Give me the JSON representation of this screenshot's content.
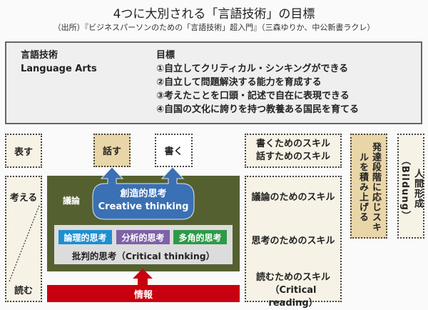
{
  "header": {
    "title": "4つに大別される「言語技術」の目標",
    "source": "（出所）『ビジネスパーソンのための「言語技術」超入門』（三森ゆりか、中公新書ラクレ）"
  },
  "goals": {
    "label_jp": "言語技術",
    "label_en": "Language Arts",
    "heading": "目標",
    "items": [
      "①自立してクリティカル・シンキングができる",
      "②自立して問題解決する能力を育成する",
      "③考えたことを口頭・記述で自在に表現できる",
      "④自国の文化に誇りを持つ教養ある国民を育てる"
    ]
  },
  "left": {
    "express": "表す",
    "think": "考える",
    "read": "読む"
  },
  "outputs": {
    "speak": "話す",
    "write": "書く"
  },
  "center": {
    "debate": "議論",
    "creative_jp": "創造的思考",
    "creative_en": "Creative thinking",
    "chips": [
      "論理的思考",
      "分析的思考",
      "多角的思考"
    ],
    "critical": "批判的思考（Critical thinking）",
    "info": "情報"
  },
  "skills": {
    "write": "書くためのスキル",
    "speak": "話すためのスキル",
    "debate": "議論のためのスキル",
    "think": "思考のためのスキル",
    "read": "読むためのスキル",
    "read_en": "（Critical reading）"
  },
  "stages": "発達段階に応じスキルを積み上げる",
  "bildung": "人間形成（Bildung）",
  "colors": {
    "green": "#556030",
    "blue": "#3a70b4",
    "red": "#c8000f",
    "chip_logic": "#1e8fd0",
    "chip_analysis": "#7e62a8",
    "chip_multi": "#2e9a48",
    "tan": "#e9d6a8"
  }
}
